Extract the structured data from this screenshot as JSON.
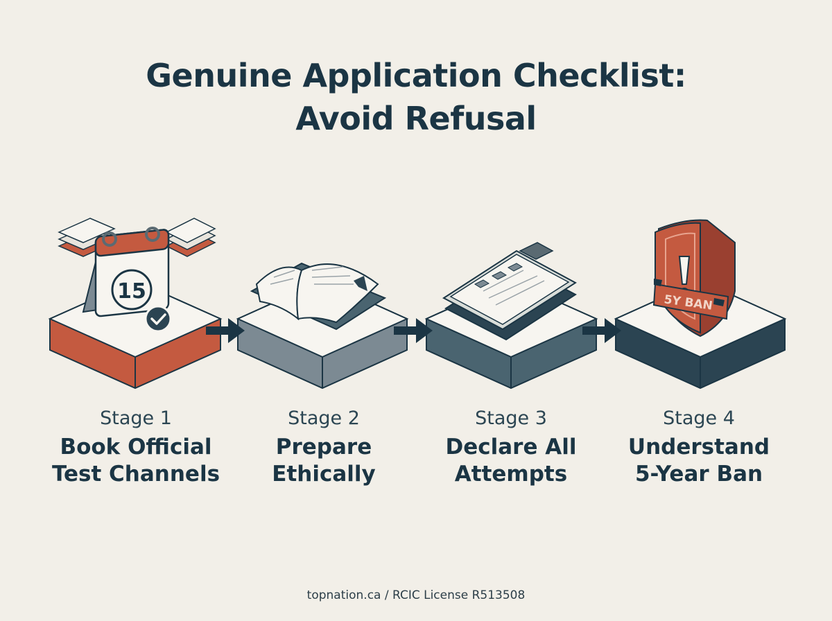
{
  "title": {
    "line1": "Genuine Application Checklist:",
    "line2": "Avoid Refusal"
  },
  "stages": [
    {
      "label": "Stage 1",
      "heading_line1": "Book Official",
      "heading_line2": "Test Channels",
      "icon": "calendar-icon",
      "color": "#c45a40",
      "calendar_day": "15"
    },
    {
      "label": "Stage 2",
      "heading_line1": "Prepare",
      "heading_line2": "Ethically",
      "icon": "open-book-icon",
      "color": "#7c8a93"
    },
    {
      "label": "Stage 3",
      "heading_line1": "Declare All",
      "heading_line2": "Attempts",
      "icon": "clipboard-checklist-icon",
      "color": "#4a6470"
    },
    {
      "label": "Stage 4",
      "heading_line1": "Understand",
      "heading_line2": "5-Year Ban",
      "icon": "warning-shield-icon",
      "color": "#2b4452",
      "ban_text": "5Y BAN"
    }
  ],
  "footer": "topnation.ca / RCIC License R513508",
  "colors": {
    "background": "#f2efe8",
    "navy": "#1b3544",
    "accent_red": "#c45a40"
  }
}
